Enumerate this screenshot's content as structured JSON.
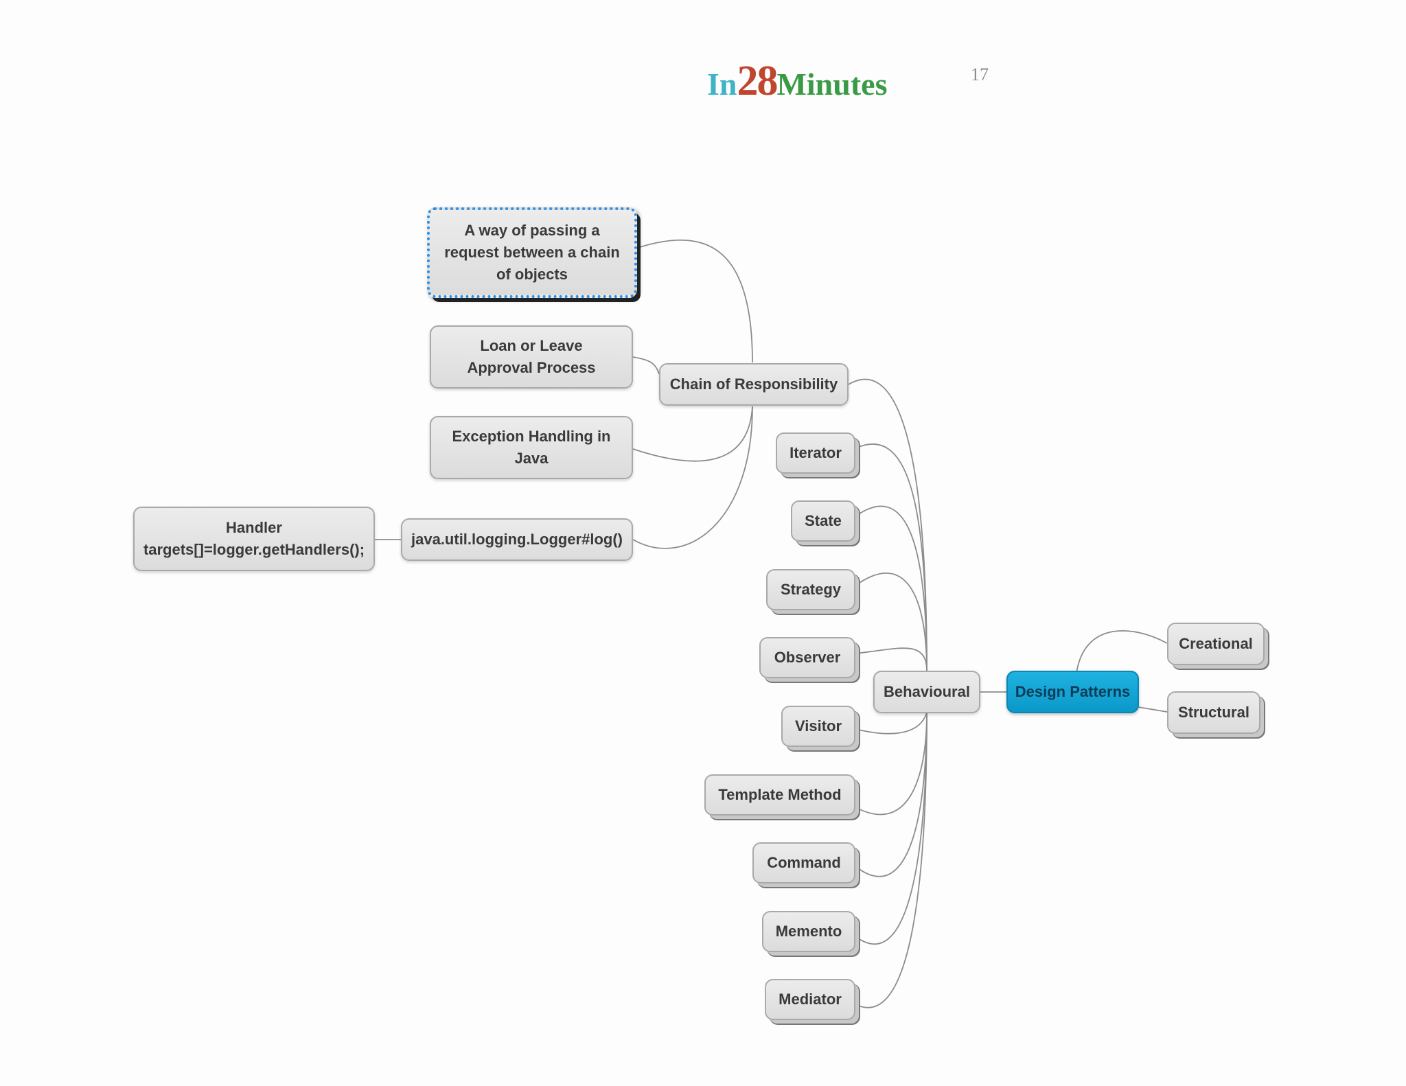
{
  "header": {
    "logo": {
      "part1": "In",
      "part2": "28",
      "part3": "Minutes"
    },
    "page_number": "17"
  },
  "colors": {
    "root_fill": "#10a7d9",
    "node_fill": "#e3e3e3",
    "connector": "#8c8c8c",
    "selection_border": "#2a8fe6"
  },
  "mindmap": {
    "root": "Design Patterns",
    "creational": "Creational",
    "structural": "Structural",
    "behavioural": "Behavioural",
    "chain_of_responsibility": "Chain of Responsibility",
    "behavioural_children": {
      "iterator": "Iterator",
      "state": "State",
      "strategy": "Strategy",
      "observer": "Observer",
      "visitor": "Visitor",
      "template_method": "Template Method",
      "command": "Command",
      "memento": "Memento",
      "mediator": "Mediator"
    },
    "chain_notes": {
      "definition": "A way of passing a request between a chain of objects",
      "example_approval": "Loan or Leave Approval Process",
      "example_exception": "Exception Handling in Java",
      "example_logger": "java.util.logging.Logger#log()"
    },
    "logger_note": "Handler targets[]=logger.getHandlers();"
  }
}
